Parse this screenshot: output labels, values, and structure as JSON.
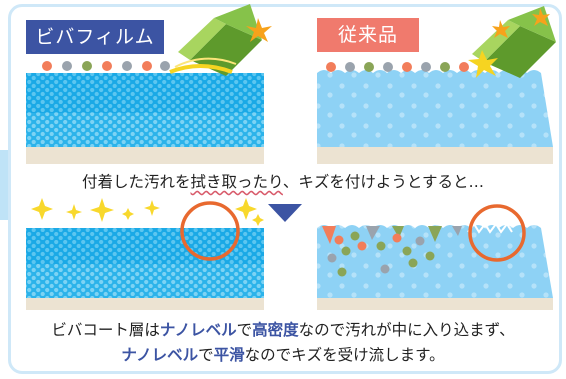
{
  "labels": {
    "viva_film": "ビバフィルム",
    "conventional": "従来品"
  },
  "middle_caption": {
    "pre": "付着した汚れを",
    "wavy": "拭き取ったり",
    "post": "、キズを付けようとすると…"
  },
  "bottom_caption": {
    "l1_a": "ビバコート層は",
    "l1_b": "ナノレベル",
    "l1_c": "で",
    "l1_d": "高密度",
    "l1_e": "なので汚れが中に入り込まず、",
    "l2_a": "ナノレベル",
    "l2_b": "で",
    "l2_c": "平滑",
    "l2_d": "なのでキズを受け流します。"
  },
  "colors": {
    "viva_blue": "#1aa9e6",
    "conv_blue": "#8ed2f5",
    "substrate": "#ece3d2",
    "accent_navy": "#3c54a3",
    "accent_coral": "#f07a6d",
    "circle": "#e8692f",
    "eraser_green": "#86c24a",
    "spark_yellow": "#f6d421"
  },
  "icons": [
    "eraser-icon",
    "spark-icon",
    "down-arrow-icon",
    "highlight-circle-icon",
    "sparkle-icon"
  ]
}
